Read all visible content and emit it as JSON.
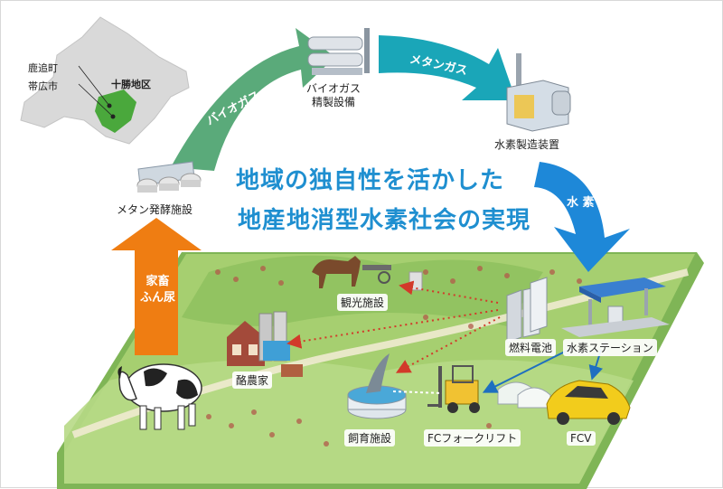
{
  "headline": {
    "line1": "地域の独自性を活かした",
    "line2": "地産地消型水素社会の実現"
  },
  "map": {
    "town1": "鹿追町",
    "town2": "帯広市",
    "region": "十勝地区"
  },
  "flows": {
    "biogas": "バイオガス",
    "methane": "メタンガス",
    "hydrogen": "水 素",
    "manure": "家畜\nふん尿"
  },
  "facilities": {
    "methane_plant": "メタン発酵施設",
    "purifier": "バイオガス\n精製設備",
    "h2_plant": "水素製造装置",
    "tourism": "観光施設",
    "dairy": "酪農家",
    "fuel_cell": "燃料電池",
    "station": "水素ステーション",
    "fish_farm": "飼育施設",
    "forklift": "FCフォークリフト",
    "fcv": "FCV"
  },
  "colors": {
    "biogas_arrow": "#5aaa7a",
    "methane_arrow": "#1aa6b8",
    "hydrogen_arrow": "#1e88d8",
    "manure_arrow": "#ef7d12",
    "headline": "#1f8fd0",
    "land": "#9cc86a",
    "hokkaido": "#d9d9d9",
    "tokachi": "#4aa83c"
  },
  "icons": [
    "cow-icon",
    "barn-icon",
    "horse-cart-icon",
    "fish-tank-icon",
    "forklift-icon",
    "car-icon",
    "fuel-cell-icon",
    "station-icon",
    "tank-icon",
    "plant-icon"
  ]
}
